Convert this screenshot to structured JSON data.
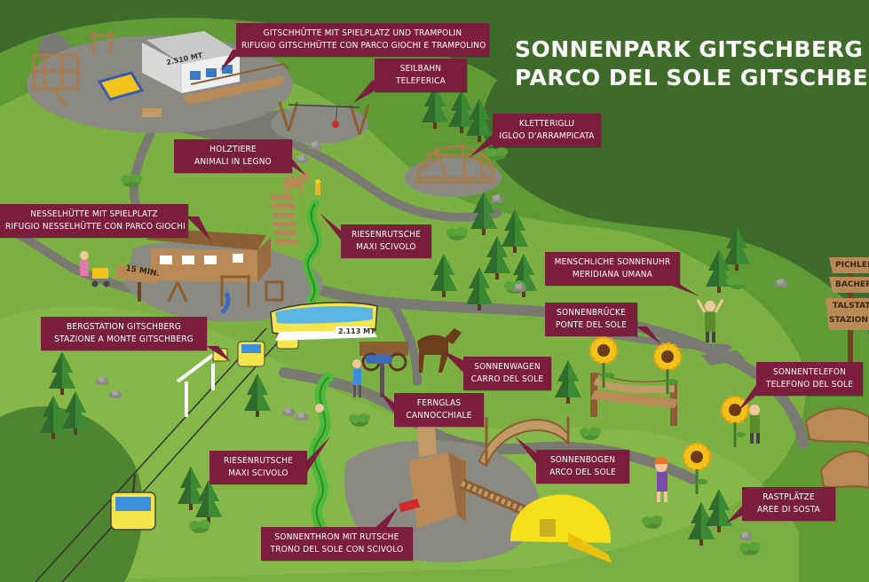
{
  "title": {
    "line1": "SONNENPARK GITSCHBERG",
    "line2": "PARCO DEL SOLE GITSCHBERG"
  },
  "colors": {
    "grass_dark": "#3f6b2a",
    "grass_light": "#7db043",
    "path": "#7a7a72",
    "callout_bg": "#7b1d3d",
    "wood": "#a87b4a",
    "sun_yellow": "#f5d21a"
  },
  "callouts": {
    "gitschhuette": {
      "de": "GITSCHHÜTTE MIT SPIELPLATZ UND TRAMPOLIN",
      "it": "RIFUGIO GITSCHHÜTTE CON PARCO GIOCHI E TRAMPOLINO"
    },
    "seilbahn": {
      "de": "SEILBAHN",
      "it": "TELEFERICA"
    },
    "kletteriglu": {
      "de": "KLETTERIGLU",
      "it": "IGLOO D'ARRAMPICATA"
    },
    "holztiere": {
      "de": "HOLZTIERE",
      "it": "ANIMALI IN LEGNO"
    },
    "nesselhuette": {
      "de": "NESSELHÜTTE MIT SPIELPLATZ",
      "it": "RIFUGIO NESSELHÜTTE CON PARCO GIOCHI"
    },
    "riesenrutsche1": {
      "de": "RIESENRUTSCHE",
      "it": "MAXI SCIVOLO"
    },
    "sonnenuhr": {
      "de": "MENSCHLICHE SONNENUHR",
      "it": "MERIDIANA UMANA"
    },
    "bergstation": {
      "de": "BERGSTATION GITSCHBERG",
      "it": "STAZIONE A MONTE GITSCHBERG"
    },
    "sonnenbruecke": {
      "de": "SONNENBRÜCKE",
      "it": "PONTE DEL SOLE"
    },
    "sonnenwagen": {
      "de": "SONNENWAGEN",
      "it": "CARRO DEL SOLE"
    },
    "sonnentelefon": {
      "de": "SONNENTELEFON",
      "it": "TELEFONO DEL SOLE"
    },
    "fernglas": {
      "de": "FERNGLAS",
      "it": "CANNOCCHIALE"
    },
    "sonnenbogen": {
      "de": "SONNENBOGEN",
      "it": "ARCO DEL SOLE"
    },
    "riesenrutsche2": {
      "de": "RIESENRUTSCHE",
      "it": "MAXI SCIVOLO"
    },
    "rastplaetze": {
      "de": "RASTPLÄTZE",
      "it": "AREE DI SOSTA"
    },
    "sonnenthron": {
      "de": "SONNENTHRON MIT RUTSCHE",
      "it": "TRONO DEL SOLE CON SCIVOLO"
    }
  },
  "markers": {
    "gitsch_altitude": "2.510 MT",
    "station_altitude": "2.113 MT",
    "walk_time": "15 MIN."
  },
  "signposts": [
    "PICHLERHÜTTE",
    "BACHERHÜTTE",
    "TALSTATION",
    "STAZIONE A VALLE"
  ]
}
